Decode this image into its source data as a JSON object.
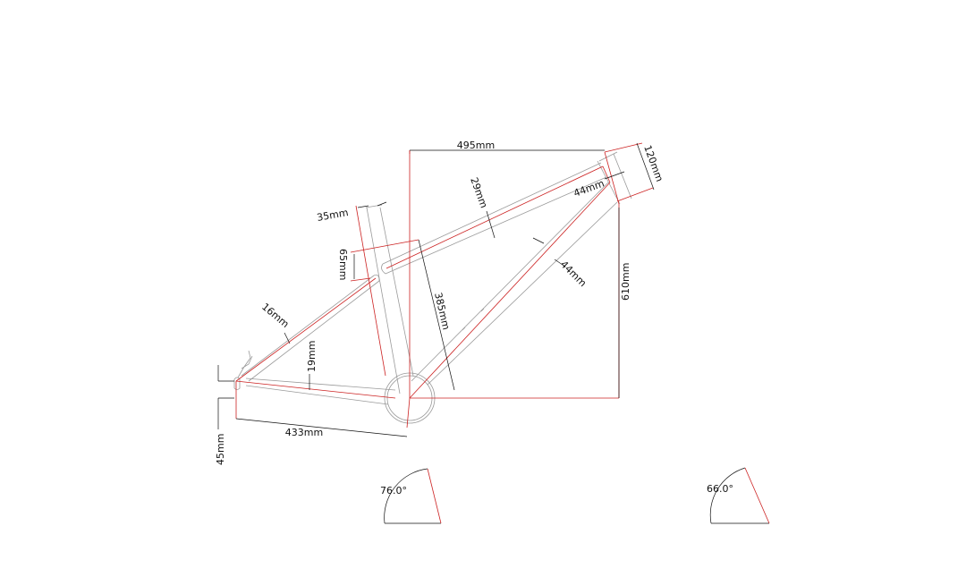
{
  "diagram": {
    "type": "bike-frame-geometry",
    "colors": {
      "frame": "#9a9a9a",
      "geometry": "#cc2222",
      "dimension": "#111111"
    },
    "dimensions": {
      "top_tube_horizontal": "495mm",
      "head_tube_length": "120mm",
      "head_tube_diameter": "44mm",
      "top_tube_diameter": "29mm",
      "down_tube_diameter": "44mm",
      "seat_tube_diameter": "35mm",
      "seat_top_offset": "65mm",
      "seat_stay_diameter": "16mm",
      "chain_stay_diameter": "19mm",
      "seat_tube_length": "385mm",
      "stack": "610mm",
      "chain_stay_length": "433mm",
      "bb_drop": "45mm"
    },
    "angles": {
      "seat_tube_angle": "76.0°",
      "head_tube_angle": "66.0°"
    }
  }
}
